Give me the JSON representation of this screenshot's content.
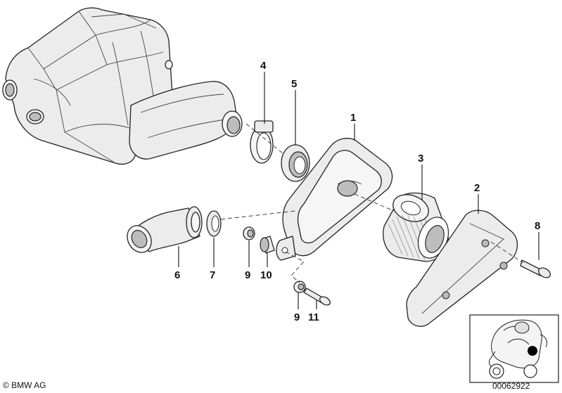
{
  "callouts": {
    "c1": "1",
    "c2": "2",
    "c3": "3",
    "c4": "4",
    "c5": "5",
    "c6": "6",
    "c7": "7",
    "c8": "8",
    "c9a": "9",
    "c9b": "9",
    "c10": "10",
    "c11": "11"
  },
  "copyright": "© BMW AG",
  "diagram_number": "00062922"
}
